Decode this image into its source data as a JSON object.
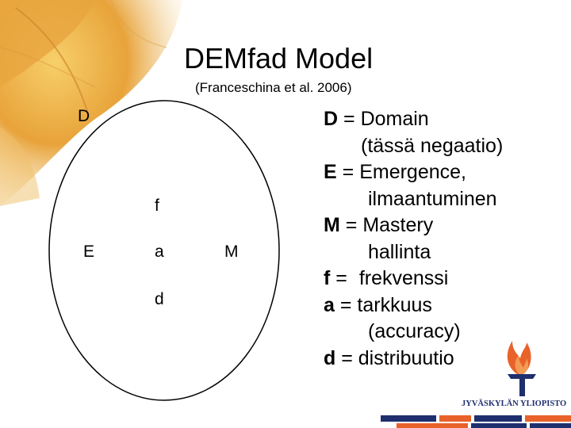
{
  "title": "DEMfad Model",
  "subtitle": "(Franceschina et al. 2006)",
  "diagram": {
    "domain_label": "D",
    "emergence_label": "E",
    "mastery_label": "M",
    "inner_labels": [
      "f",
      "a",
      "d"
    ]
  },
  "legend": [
    {
      "key": "D",
      "sep": " = ",
      "text": "Domain",
      "note": "(tässä negaatio)"
    },
    {
      "key": "E",
      "sep": " = ",
      "text": "Emergence,",
      "note": "ilmaantuminen"
    },
    {
      "key": "M",
      "sep": " = ",
      "text": "Mastery",
      "note": "hallinta"
    },
    {
      "key": "f",
      "sep": " = ",
      "text": "frekvenssi"
    },
    {
      "key": "a",
      "sep": " = ",
      "text": "tarkkuus",
      "note": "(accuracy)"
    },
    {
      "key": "d",
      "sep": " = ",
      "text": "distribuutio"
    }
  ],
  "logo_text": "JYVÄSKYLÄN YLIOPISTO",
  "colors": {
    "logo_orange": "#e8622a",
    "logo_navy": "#1f2f6e",
    "leaf_gold": "#e8a33a"
  }
}
